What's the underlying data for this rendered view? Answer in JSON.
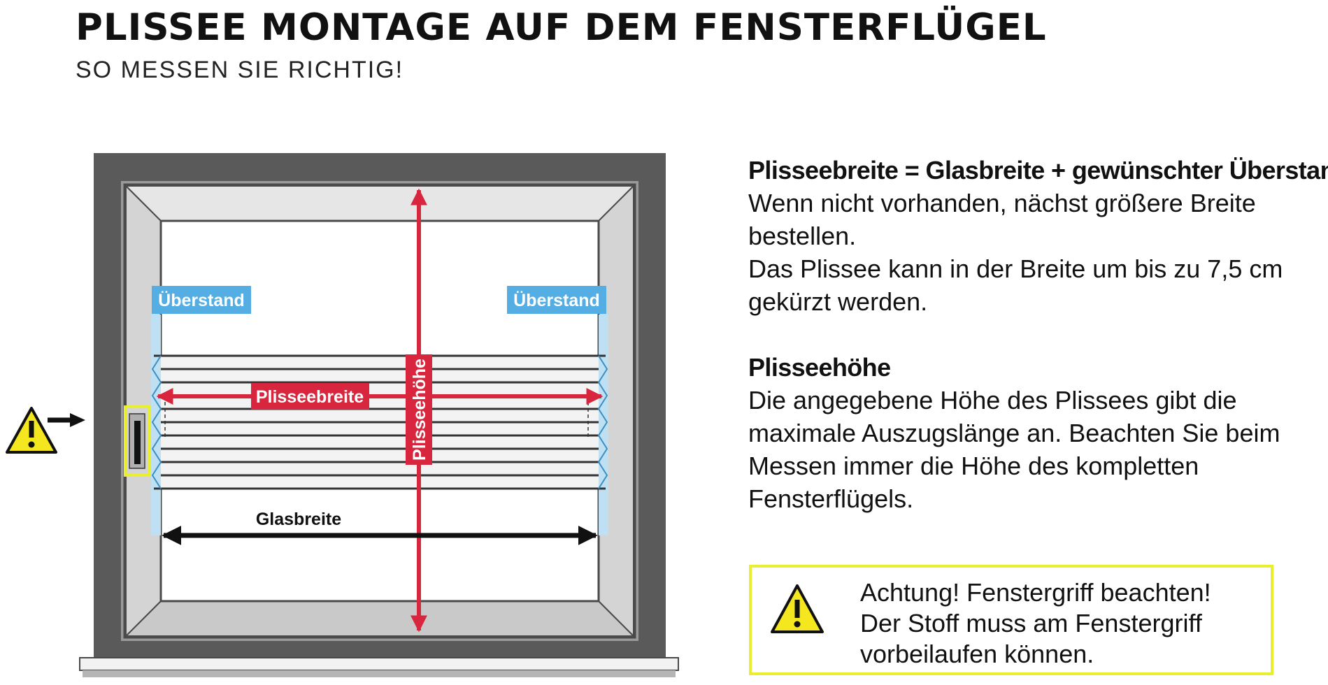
{
  "header": {
    "title": "PLISSEE MONTAGE AUF DEM FENSTERFLÜGEL",
    "subtitle": "SO MESSEN SIE RICHTIG!"
  },
  "diagram": {
    "labels": {
      "overhang_left": "Überstand",
      "overhang_right": "Überstand",
      "blind_width": "Plisseebreite",
      "blind_height": "Plisseehöhe",
      "glass_width": "Glasbreite"
    },
    "icons": [
      "warning-triangle-icon",
      "arrow-right-icon",
      "window-handle-icon"
    ],
    "colors": {
      "frame_dark": "#5a5a5a",
      "frame_light": "#dcdcdc",
      "measure_red": "#d7263d",
      "overhang_blue": "#54ade3",
      "highlight_yellow": "#e9ef2e"
    }
  },
  "info": {
    "width": {
      "heading": "Plisseebreite = Glasbreite + gewünschter Überstand",
      "lines": [
        "Wenn nicht vorhanden, nächst größere Breite",
        "bestellen.",
        "Das Plissee kann in der Breite um bis zu 7,5 cm",
        "gekürzt werden."
      ]
    },
    "height": {
      "heading": "Plisseehöhe",
      "lines": [
        "Die angegebene Höhe des Plissees gibt die",
        "maximale Auszugslänge an. Beachten Sie beim",
        "Messen immer die Höhe des kompletten",
        "Fensterflügels."
      ]
    }
  },
  "warning": {
    "lines": [
      "Achtung! Fenstergriff beachten!",
      "Der Stoff muss am Fenstergriff",
      "vorbeilaufen können."
    ]
  }
}
